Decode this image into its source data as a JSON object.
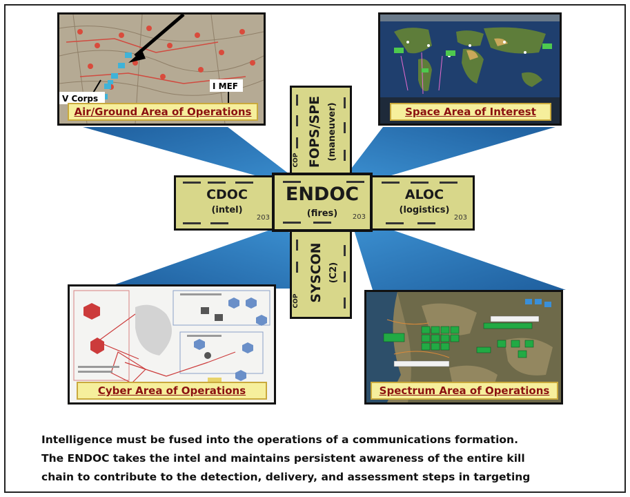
{
  "center": {
    "label": "ENDOC",
    "sub": "(fires)",
    "number": "203"
  },
  "rooms": {
    "top": {
      "label": "FOPS/SPE",
      "sub": "(maneuver)",
      "tag": "COP"
    },
    "left": {
      "label": "CDOC",
      "sub": "(intel)",
      "number": "203"
    },
    "right": {
      "label": "ALOC",
      "sub": "(logistics)",
      "number": "203"
    },
    "bottom": {
      "label": "SYSCON",
      "sub": "(C2)",
      "tag": "COP"
    }
  },
  "panels": {
    "top_left": {
      "label": "Air/Ground Area of Operations",
      "map_labels": [
        "V Corps",
        "I MEF"
      ]
    },
    "top_right": {
      "label": "Space Area of Interest"
    },
    "bottom_left": {
      "label": "Cyber Area of Operations"
    },
    "bottom_right": {
      "label": "Spectrum Area of Operations"
    }
  },
  "caption": [
    "Intelligence must be fused into the operations of a communications formation.",
    "The ENDOC takes the intel and maintains persistent awareness of the entire kill",
    "chain to contribute to the detection, delivery, and assessment steps in targeting"
  ],
  "colors": {
    "beam": "#2f7fc0",
    "room_fill": "#d8d78a",
    "label_fill": "#f6ef9c",
    "label_text": "#8b1111"
  }
}
